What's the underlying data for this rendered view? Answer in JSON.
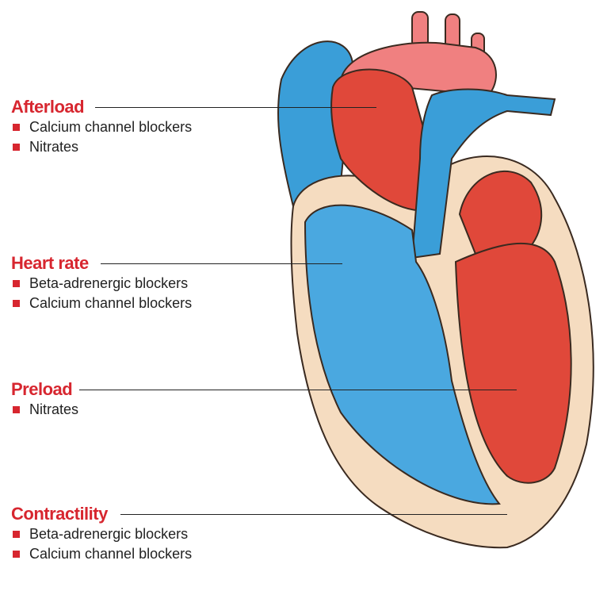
{
  "colors": {
    "accent": "#d7262f",
    "blue": "#3a9ed8",
    "red": "#e0483a",
    "tissue": "#f5dcc0"
  },
  "labels": [
    {
      "title": "Afterload",
      "items": [
        "Calcium channel blockers",
        "Nitrates"
      ]
    },
    {
      "title": "Heart rate",
      "items": [
        "Beta-adrenergic blockers",
        "Calcium channel blockers"
      ]
    },
    {
      "title": "Preload",
      "items": [
        "Nitrates"
      ]
    },
    {
      "title": "Contractility",
      "items": [
        "Beta-adrenergic blockers",
        "Calcium channel blockers"
      ]
    }
  ]
}
